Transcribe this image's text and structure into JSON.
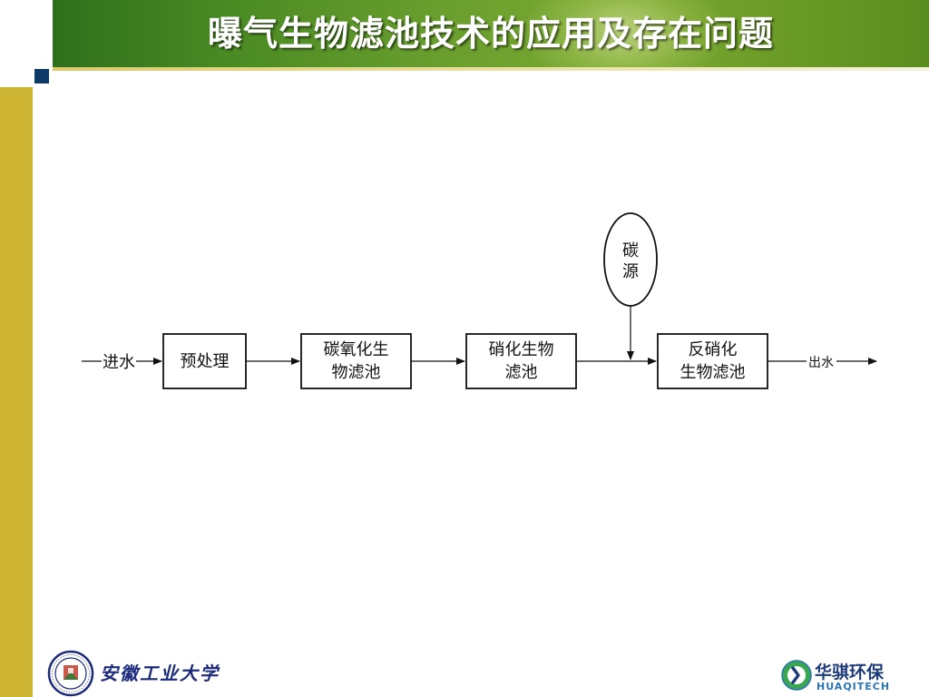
{
  "slide": {
    "title": "曝气生物滤池技术的应用及存在问题"
  },
  "diagram": {
    "input_label": "进水",
    "output_label": "出水",
    "carbon_source": [
      "碳",
      "源"
    ],
    "nodes": [
      {
        "id": "pretreat",
        "lines": [
          "预处理"
        ]
      },
      {
        "id": "carbon-oxidation",
        "lines": [
          "碳氧化生",
          "物滤池"
        ]
      },
      {
        "id": "nitrification",
        "lines": [
          "硝化生物",
          "滤池"
        ]
      },
      {
        "id": "denitrification",
        "lines": [
          "反硝化",
          "生物滤池"
        ]
      }
    ]
  },
  "footer": {
    "school_name": "安徽工业大学",
    "company_cn": "华骐环保",
    "company_en": "HUAQITECH",
    "colors": {
      "school_blue": "#1b2a7a",
      "company_blue": "#1e3c7a",
      "company_green": "#3aa651"
    }
  },
  "theme": {
    "banner_green": "#5a8d1f",
    "side_bar_gold": "#cdb432",
    "marker_navy": "#0f3c66"
  }
}
